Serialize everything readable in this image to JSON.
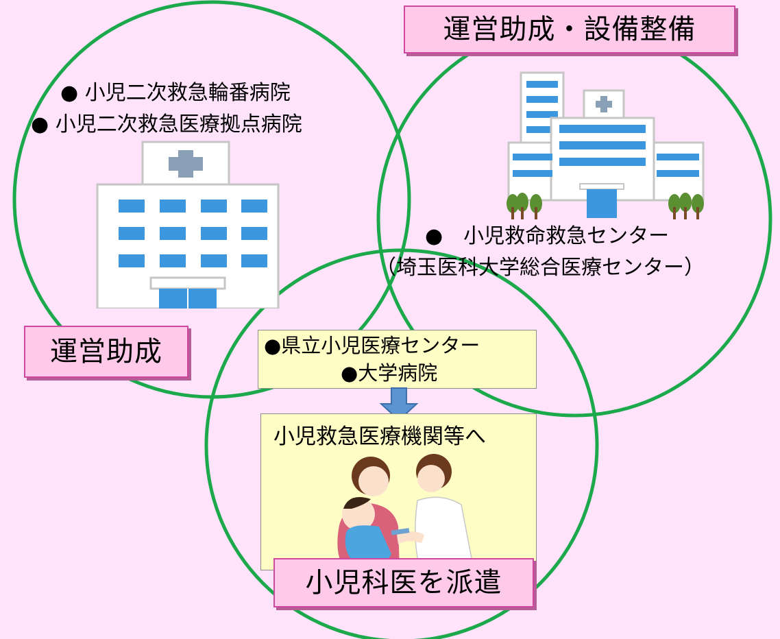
{
  "left_circle": {
    "items": [
      "● 小児二次救急輪番病院",
      "● 小児二次救急医療拠点病院"
    ],
    "label": "運営助成"
  },
  "right_circle": {
    "label": "運営助成・設備整備",
    "item": "●　小児救命救急センター",
    "item_sub": "（埼玉医科大学総合医療センター）"
  },
  "bottom_circle": {
    "source_lines": [
      "●県立小児医療センター",
      "●大学病院"
    ],
    "destination": "小児救急医療機関等へ",
    "label": "小児科医を派遣"
  },
  "colors": {
    "background": "#ffe3fb",
    "circle_stroke": "#1ba94c",
    "label_fill": "#ffc9ea",
    "label_border": "#d0479f",
    "box_fill": "#fefdc6",
    "arrow": "#5b93d3"
  },
  "icons": [
    "hospital-small-icon",
    "hospital-large-icon",
    "doctor-patient-icon",
    "down-arrow-icon"
  ]
}
